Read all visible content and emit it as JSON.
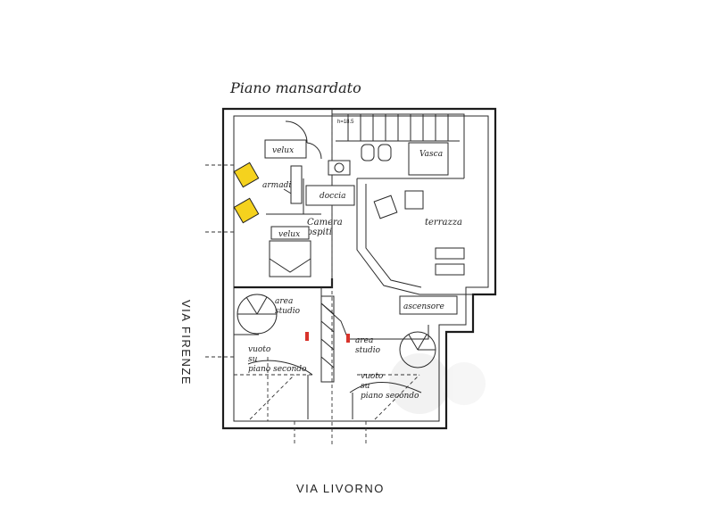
{
  "plan": {
    "title": "Piano mansardato",
    "street_left": "VIA FIRENZE",
    "street_bottom": "VIA LIVORNO",
    "scale_mark": "h=18.5",
    "rooms": {
      "velux_1": "velux",
      "velux_2": "velux",
      "vasca": "Vasca",
      "armadio": "armadio",
      "doccia": "doccia",
      "terrazza": "terrazza",
      "camera_ospiti": "Camera ospiti",
      "area_studio_1": "area studio",
      "area_studio_2": "area studio",
      "ascensore": "ascensore",
      "vuoto_1": "vuoto su piano secondo",
      "vuoto_2": "vuoto su piano secondo"
    }
  },
  "colors": {
    "ink": "#1c1c1c",
    "chair_fill": "#f5d21e",
    "lamp_red": "#d8332b",
    "watermark": "#e6e6e6"
  }
}
